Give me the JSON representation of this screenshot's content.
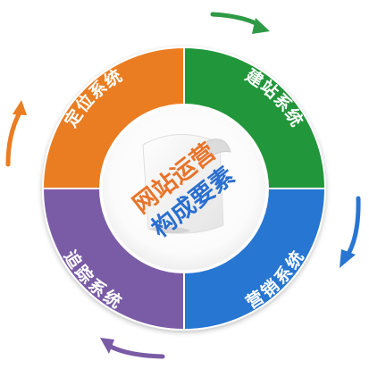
{
  "center": {
    "line1": "网站运营",
    "line2": "构成要素",
    "colors": {
      "line1": "#e8742a",
      "line2": "#2a6fcf"
    }
  },
  "segments": [
    {
      "key": "positioning",
      "label": "定位系统",
      "color": "#ea7d22"
    },
    {
      "key": "building",
      "label": "建站系统",
      "color": "#23963a"
    },
    {
      "key": "marketing",
      "label": "营销系统",
      "color": "#2876d2"
    },
    {
      "key": "tracking",
      "label": "追踪系统",
      "color": "#7a5ba6"
    }
  ],
  "arrows": [
    {
      "position": "top-right",
      "color": "#2f9a46"
    },
    {
      "position": "bottom-right",
      "color": "#2876d2"
    },
    {
      "position": "bottom-left",
      "color": "#7a5ba6"
    },
    {
      "position": "top-left",
      "color": "#ea7d22"
    }
  ]
}
